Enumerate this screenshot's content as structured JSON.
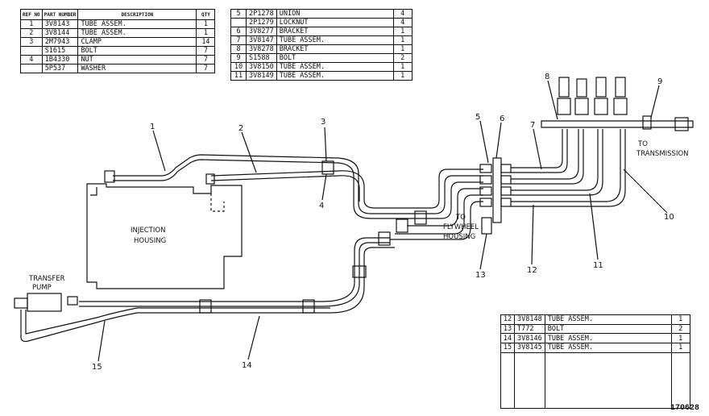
{
  "table_left": {
    "headers": {
      "ref_no": "REF NO",
      "part_number": "PART NUMBER",
      "description": "DESCRIPTION",
      "qty": "QTY"
    },
    "rows": [
      {
        "ref": "1",
        "part": "3V8143",
        "desc": "TUBE ASSEM.",
        "qty": "1"
      },
      {
        "ref": "2",
        "part": "3V8144",
        "desc": "TUBE ASSEM.",
        "qty": "1"
      },
      {
        "ref": "3",
        "part": "2M7943",
        "desc": "CLAMP",
        "qty": "14"
      },
      {
        "ref": "",
        "part": "S1615",
        "desc": "BOLT",
        "qty": "7"
      },
      {
        "ref": "4",
        "part": "1B4330",
        "desc": "NUT",
        "qty": "7"
      },
      {
        "ref": "",
        "part": "5P537",
        "desc": "WASHER",
        "qty": "7"
      }
    ]
  },
  "table_mid": {
    "rows": [
      {
        "ref": "5",
        "part": "2P1278",
        "desc": "UNION",
        "qty": "4"
      },
      {
        "ref": "",
        "part": "2P1279",
        "desc": "LOCKNUT",
        "qty": "4"
      },
      {
        "ref": "6",
        "part": "3V8277",
        "desc": "BRACKET",
        "qty": "1"
      },
      {
        "ref": "7",
        "part": "3V8147",
        "desc": "TUBE ASSEM.",
        "qty": "1"
      },
      {
        "ref": "8",
        "part": "3V8278",
        "desc": "BRACKET",
        "qty": "1"
      },
      {
        "ref": "9",
        "part": "S1588",
        "desc": "BOLT",
        "qty": "2"
      },
      {
        "ref": "10",
        "part": "3V8150",
        "desc": "TUBE ASSEM.",
        "qty": "1"
      },
      {
        "ref": "11",
        "part": "3V8149",
        "desc": "TUBE ASSEM.",
        "qty": "1"
      }
    ]
  },
  "table_br": {
    "rows": [
      {
        "ref": "12",
        "part": "3V8148",
        "desc": "TUBE ASSEM.",
        "qty": "1"
      },
      {
        "ref": "13",
        "part": "T772",
        "desc": "BOLT",
        "qty": "2"
      },
      {
        "ref": "14",
        "part": "3V8146",
        "desc": "TUBE ASSEM.",
        "qty": "1"
      },
      {
        "ref": "15",
        "part": "3V8145",
        "desc": "TUBE ASSEM.",
        "qty": "1"
      }
    ]
  },
  "labels": {
    "injection_housing_1": "INJECTION",
    "injection_housing_2": "HOUSING",
    "transfer_pump_1": "TRANSFER",
    "transfer_pump_2": "PUMP",
    "to_flywheel_1": "TO",
    "to_flywheel_2": "FLYWHEEL",
    "to_flywheel_3": "HOUSING",
    "to_transmission_1": "TO",
    "to_transmission_2": "TRANSMISSION"
  },
  "callouts": {
    "c1": "1",
    "c2": "2",
    "c3": "3",
    "c4": "4",
    "c5": "5",
    "c6": "6",
    "c7": "7",
    "c8": "8",
    "c9": "9",
    "c10": "10",
    "c11": "11",
    "c12": "12",
    "c13": "13",
    "c14": "14",
    "c15": "15"
  },
  "drawing_number": "170628"
}
